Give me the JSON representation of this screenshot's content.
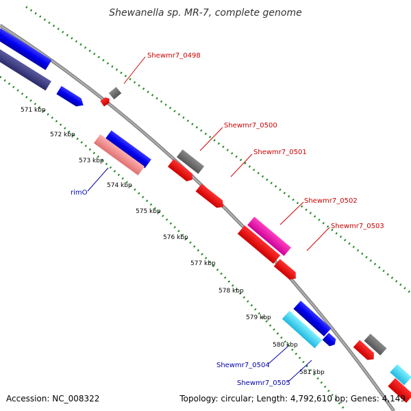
{
  "title": "Shewanella sp. MR-7, complete genome",
  "footer": {
    "accession": "Accession: NC_008322",
    "summary": "Topology: circular; Length: 4,792,610 bp; Genes: 4,149"
  },
  "scale_labels": [
    "571 kbp",
    "572 kbp",
    "573 kbp",
    "574 kbp",
    "575 kbp",
    "576 kbp",
    "577 kbp",
    "578 kbp",
    "579 kbp",
    "580 kbp",
    "581 kbp"
  ],
  "gene_labels": {
    "g0498": "Shewmr7_0498",
    "g0500": "Shewmr7_0500",
    "g0501": "Shewmr7_0501",
    "g0502": "Shewmr7_0502",
    "g0503": "Shewmr7_0503",
    "rimO": "rimO",
    "g0504": "Shewmr7_0504",
    "g0505": "Shewmr7_0505"
  },
  "colors": {
    "red_label": "#cc0000",
    "blue_label": "#0000aa",
    "backbone": "#888888",
    "ticks": "#228B22"
  }
}
